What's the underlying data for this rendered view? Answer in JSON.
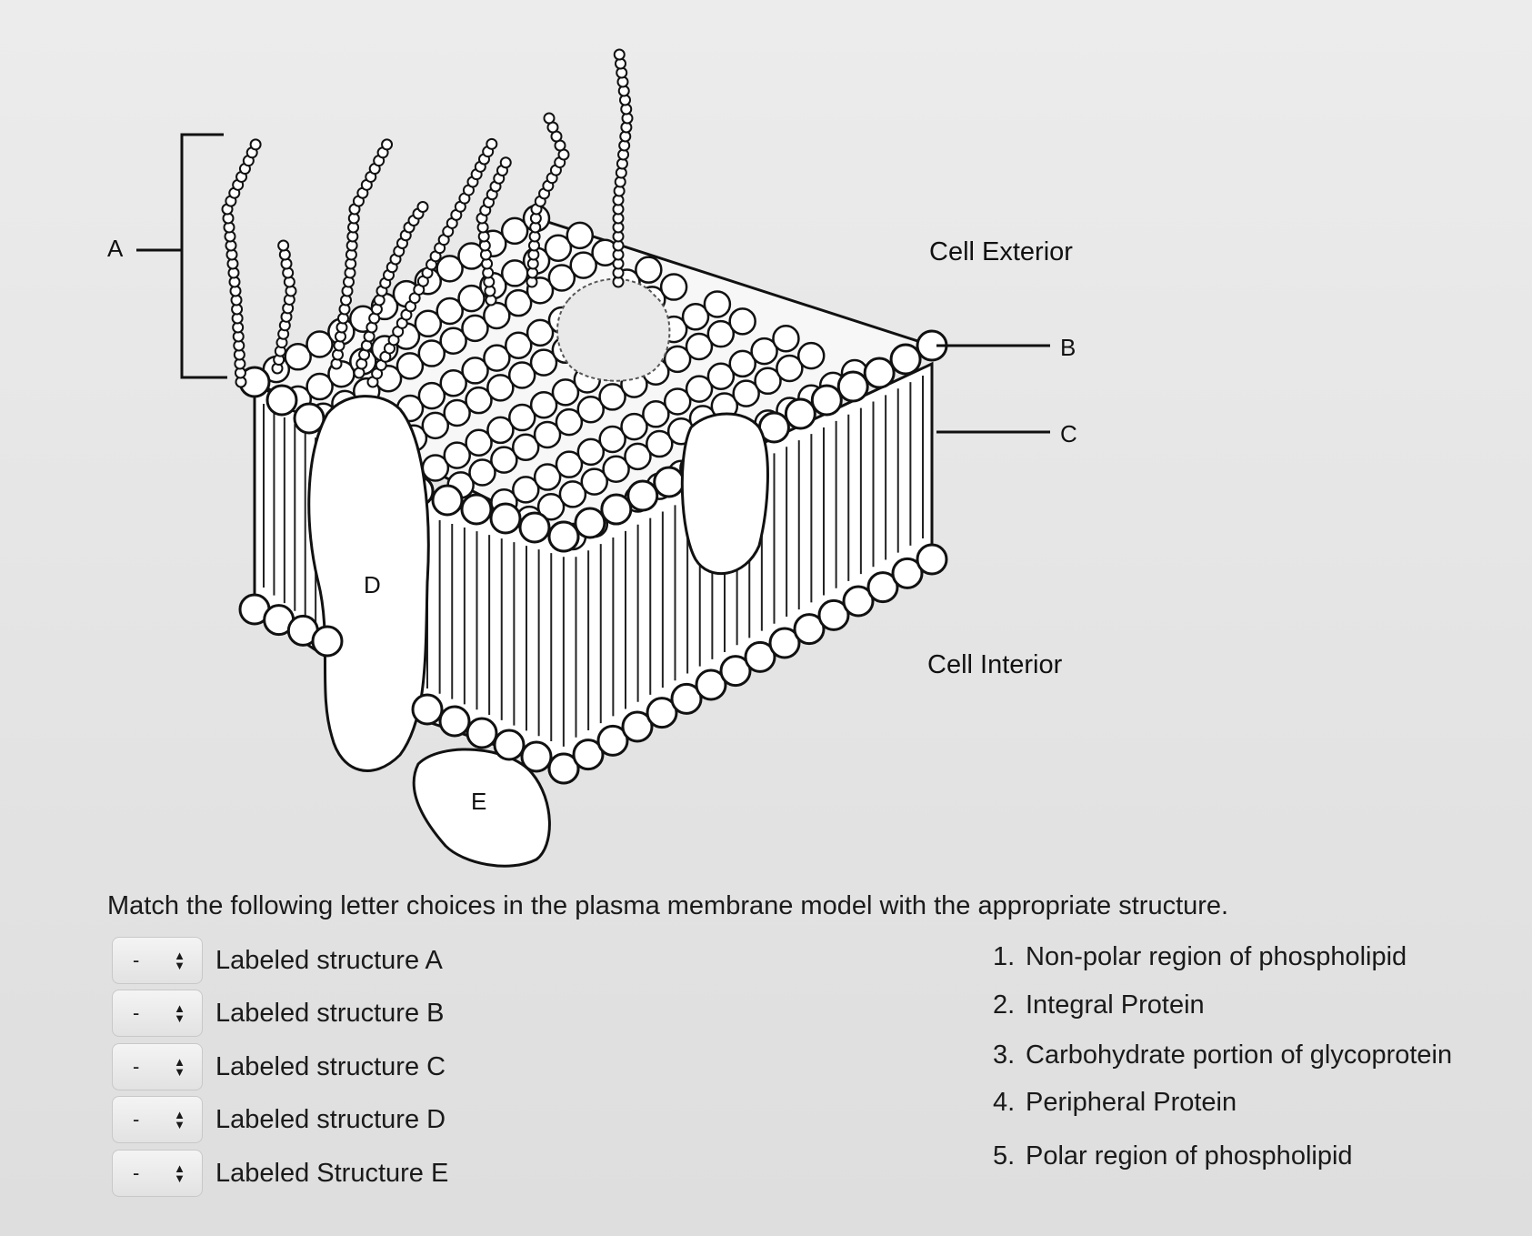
{
  "diagram": {
    "label_a": "A",
    "label_b": "B",
    "label_c": "C",
    "label_d": "D",
    "label_e": "E",
    "cell_exterior": "Cell Exterior",
    "cell_interior": "Cell Interior"
  },
  "question": "Match the following letter choices in the plasma membrane model with the appropriate structure.",
  "matches": [
    {
      "selected": "-",
      "label": "Labeled structure A"
    },
    {
      "selected": "-",
      "label": "Labeled structure B"
    },
    {
      "selected": "-",
      "label": "Labeled structure C"
    },
    {
      "selected": "-",
      "label": "Labeled structure D"
    },
    {
      "selected": "-",
      "label": "Labeled Structure E"
    }
  ],
  "options": [
    {
      "num": "1.",
      "text": "Non-polar region of phospholipid"
    },
    {
      "num": "2.",
      "text": "Integral Protein"
    },
    {
      "num": "3.",
      "text": "Carbohydrate portion of glycoprotein"
    },
    {
      "num": "4.",
      "text": "Peripheral Protein"
    },
    {
      "num": "5.",
      "text": "Polar region of phospholipid"
    }
  ]
}
